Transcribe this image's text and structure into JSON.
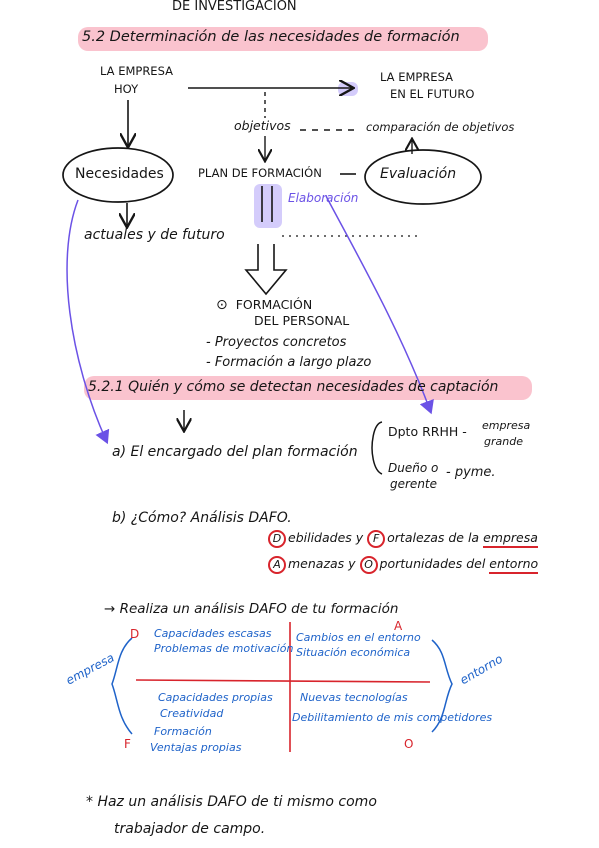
{
  "top": {
    "fragment": "DE INVESTIGACIÓN"
  },
  "section_52": {
    "title": "5.2 Determinación de las necesidades de formación"
  },
  "diagram": {
    "empresa_hoy": [
      "LA EMPRESA",
      "HOY"
    ],
    "empresa_futuro": [
      "LA EMPRESA",
      "EN EL FUTURO"
    ],
    "objetivos": "objetivos",
    "comparacion": "comparación de objetivos",
    "necesidades": "Necesidades",
    "plan": "PLAN DE FORMACIÓN",
    "evaluacion": "Evaluación",
    "elaboracion": "Elaboración",
    "actuales": "actuales y de futuro",
    "formacion_personal": [
      "FORMACIÓN",
      "DEL PERSONAL"
    ],
    "items": [
      "- Proyectos concretos",
      "- Formación a largo plazo"
    ]
  },
  "section_521": {
    "title": "5.2.1 Quién y cómo se detectan necesidades de captación",
    "a_label": "a) El encargado del plan formación",
    "dpto": "Dpto RRHH - empresa grande",
    "dpto_parts": [
      "Dpto RRHH -",
      "empresa",
      "grande"
    ],
    "dueno_parts": [
      "Dueño o",
      "gerente",
      "- pyme."
    ],
    "b_label": "b) ¿Cómo? Análisis DAFO.",
    "dafo_line1": [
      "D",
      "ebilidades y",
      "F",
      "ortalezas de la",
      "empresa"
    ],
    "dafo_line2": [
      "A",
      "menazas y",
      "O",
      "portunidades del",
      "entorno"
    ]
  },
  "dafo": {
    "heading": "→ Realiza un análisis DAFO de tu formación",
    "letter_d": "D",
    "letter_a": "A",
    "letter_f": "F",
    "letter_o": "O",
    "side_left": "empresa",
    "side_right": "entorno",
    "q_d": [
      "Capacidades escasas",
      "Problemas de motivación"
    ],
    "q_a": [
      "Cambios en el entorno",
      "Situación económica"
    ],
    "q_f": [
      "Capacidades propias",
      "Creatividad",
      "Formación",
      "Ventajas propias"
    ],
    "q_o": [
      "Nuevas tecnologías",
      "Debilitamiento de mis competidores"
    ]
  },
  "footer": {
    "line1": "* Haz un análisis DAFO de ti mismo como",
    "line2": "trabajador de campo."
  },
  "colors": {
    "ink": "#161616",
    "blue": "#1f63c9",
    "red": "#d8242c",
    "highlight": "#f9b9c6",
    "purple": "#6b52e6"
  }
}
